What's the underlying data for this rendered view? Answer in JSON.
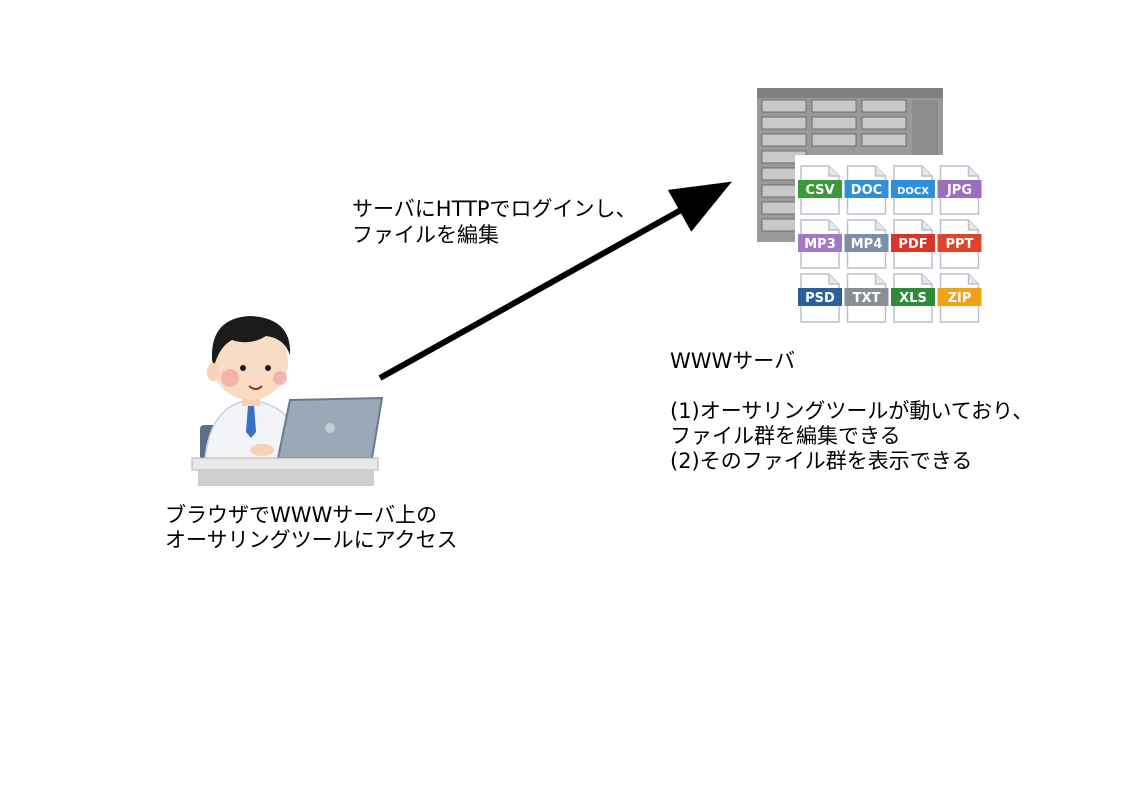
{
  "arrow_caption": {
    "line1": "サーバにHTTPでログインし、",
    "line2": "ファイルを編集"
  },
  "server": {
    "title": "WWWサーバ",
    "desc1": "(1)オーサリングツールが動いており、",
    "desc2": "ファイル群を編集できる",
    "desc3": "(2)そのファイル群を表示できる"
  },
  "user": {
    "line1": "ブラウザでWWWサーバ上の",
    "line2": "オーサリングツールにアクセス"
  },
  "file_types": [
    {
      "label": "CSV",
      "color": "#3a9a3a"
    },
    {
      "label": "DOC",
      "color": "#2f8fd8"
    },
    {
      "label": "DOCX",
      "color": "#2f8fd8"
    },
    {
      "label": "JPG",
      "color": "#9b6fc0"
    },
    {
      "label": "MP3",
      "color": "#a07ac8"
    },
    {
      "label": "MP4",
      "color": "#7b8fa6"
    },
    {
      "label": "PDF",
      "color": "#d9342b"
    },
    {
      "label": "PPT",
      "color": "#e0452b"
    },
    {
      "label": "PSD",
      "color": "#2c5f9e"
    },
    {
      "label": "TXT",
      "color": "#8a8f96"
    },
    {
      "label": "XLS",
      "color": "#2e8b3a"
    },
    {
      "label": "ZIP",
      "color": "#f0a21a"
    }
  ]
}
